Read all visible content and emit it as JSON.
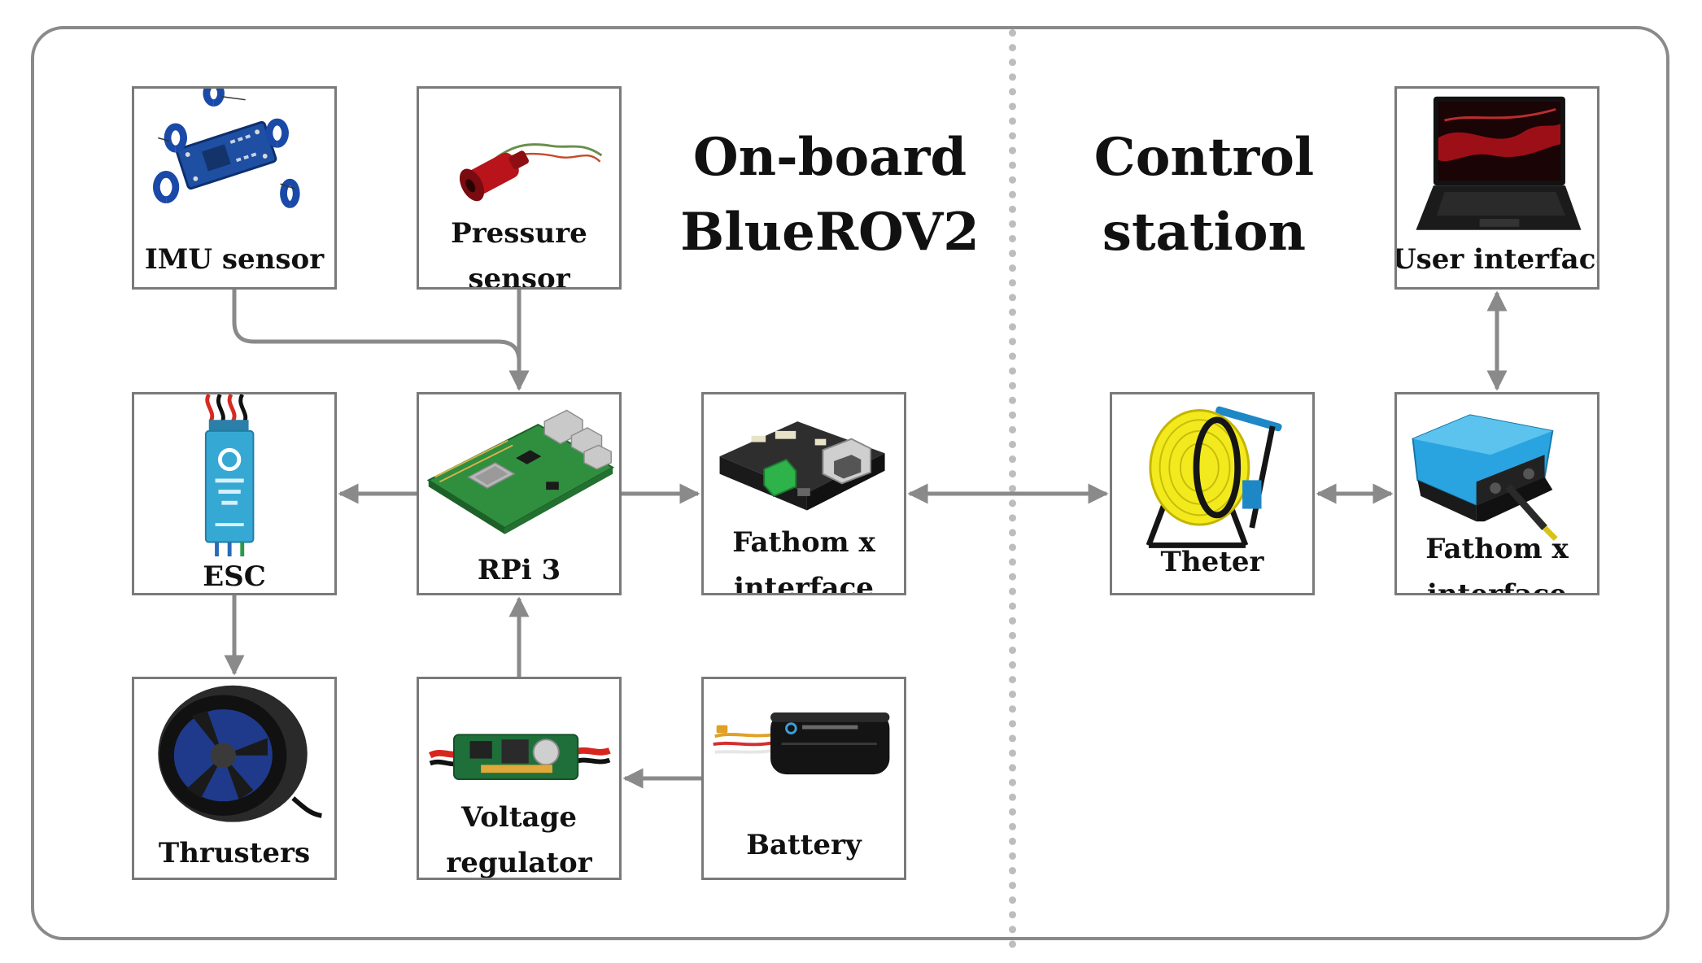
{
  "headings": {
    "onboard": [
      "On-board",
      "BlueROV2"
    ],
    "control": [
      "Control",
      "station"
    ]
  },
  "nodes": {
    "imu": [
      "IMU sensor"
    ],
    "pressure": [
      "Pressure",
      "sensor"
    ],
    "esc": [
      "ESC"
    ],
    "rpi": [
      "RPi 3"
    ],
    "fathom_onboard": [
      "Fathom x",
      "interface"
    ],
    "thrusters": [
      "Thrusters"
    ],
    "regulator": [
      "Voltage",
      "regulator"
    ],
    "battery": [
      "Battery"
    ],
    "tether": [
      "Theter"
    ],
    "fathom_station": [
      "Fathom x",
      "interface"
    ],
    "user_interface": [
      "User interface"
    ]
  },
  "icons": {
    "imu": "imu-board-icon",
    "pressure": "pressure-sensor-icon",
    "esc": "esc-module-icon",
    "rpi": "raspberry-pi-board-icon",
    "fathom_onboard": "fathom-x-board-icon",
    "thrusters": "thruster-icon",
    "regulator": "voltage-regulator-icon",
    "battery": "battery-pack-icon",
    "tether": "tether-reel-icon",
    "fathom_station": "fathom-x-topside-box-icon",
    "user_interface": "laptop-icon"
  },
  "colors": {
    "frame": "#8a8a8a",
    "connector": "#8a8a8a",
    "divider": "#bdbdbd",
    "node_border": "#7a7a7a"
  },
  "connections": [
    {
      "from": "imu",
      "to": "rpi",
      "direction": "forward"
    },
    {
      "from": "pressure",
      "to": "rpi",
      "direction": "forward"
    },
    {
      "from": "rpi",
      "to": "esc",
      "direction": "forward"
    },
    {
      "from": "rpi",
      "to": "fathom_onboard",
      "direction": "forward"
    },
    {
      "from": "esc",
      "to": "thrusters",
      "direction": "forward"
    },
    {
      "from": "regulator",
      "to": "rpi",
      "direction": "forward"
    },
    {
      "from": "battery",
      "to": "regulator",
      "direction": "forward"
    },
    {
      "from": "fathom_onboard",
      "to": "tether",
      "direction": "both"
    },
    {
      "from": "tether",
      "to": "fathom_station",
      "direction": "both"
    },
    {
      "from": "fathom_station",
      "to": "user_interface",
      "direction": "both"
    }
  ]
}
